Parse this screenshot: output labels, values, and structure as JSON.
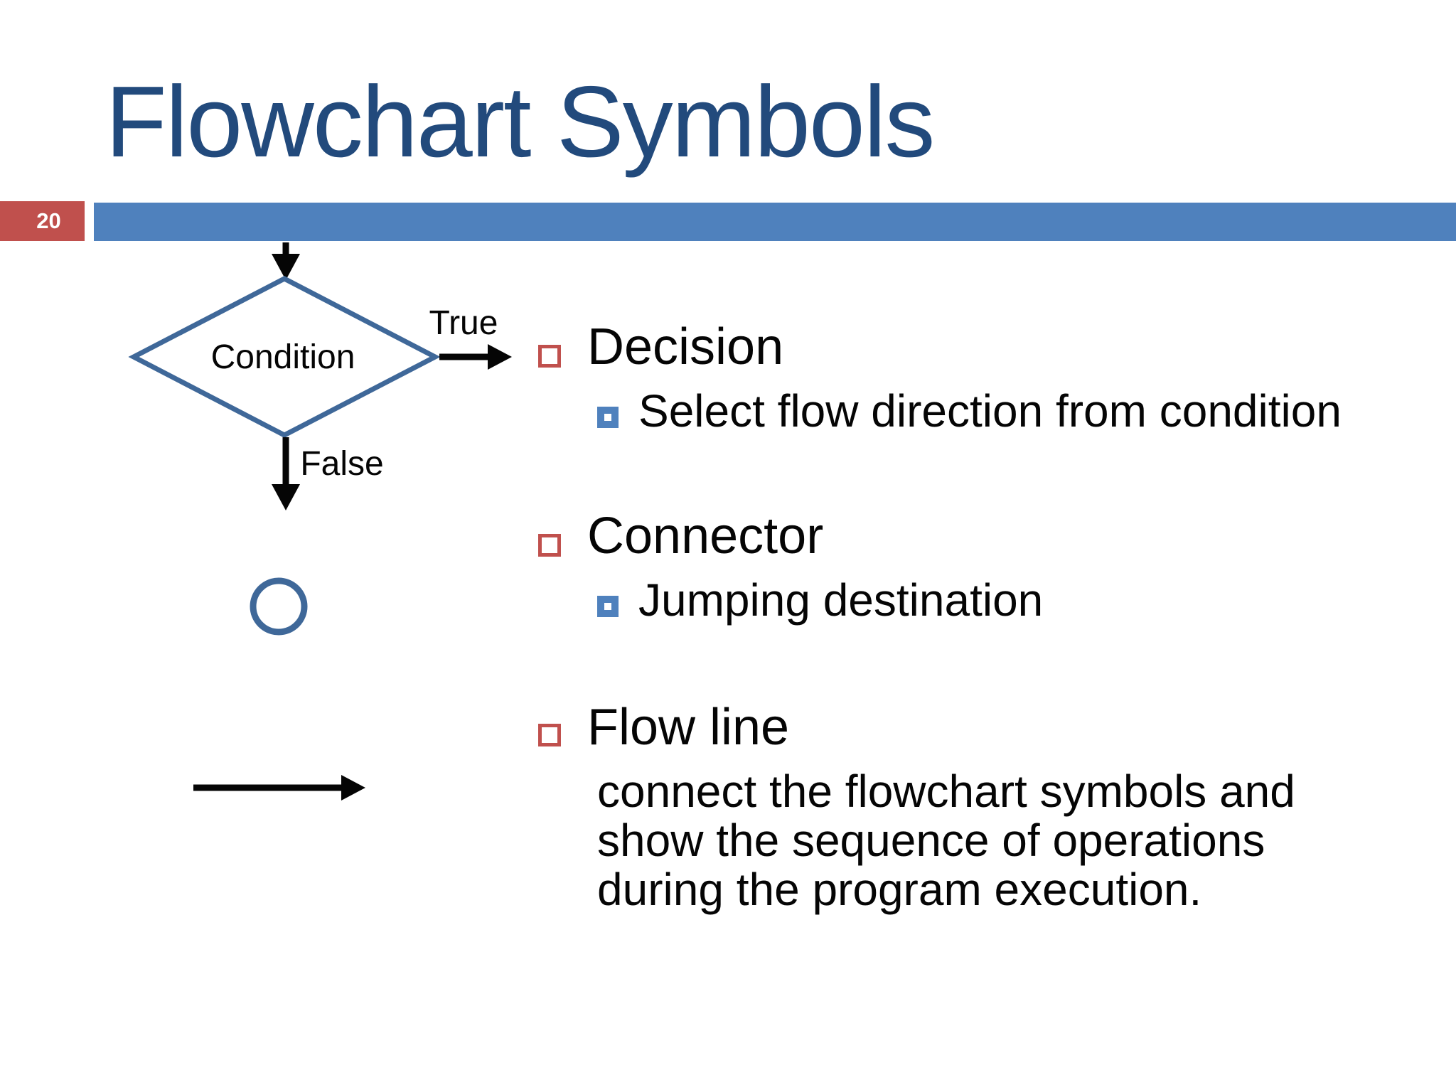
{
  "slide": {
    "title": "Flowchart Symbols",
    "page_number": "20",
    "colors": {
      "title_blue": "#224A7C",
      "bar_blue": "#4F81BD",
      "badge_red": "#C0504D",
      "shape_outline_blue": "#3F6899"
    }
  },
  "diagram": {
    "condition_label": "Condition",
    "true_label": "True",
    "false_label": "False"
  },
  "sections": [
    {
      "heading": "Decision",
      "sub": "Select flow direction from condition"
    },
    {
      "heading": "Connector",
      "sub": "Jumping destination"
    },
    {
      "heading": "Flow line",
      "body_lines": [
        "connect the flowchart symbols and",
        "show the sequence of operations",
        "during the program execution."
      ]
    }
  ]
}
